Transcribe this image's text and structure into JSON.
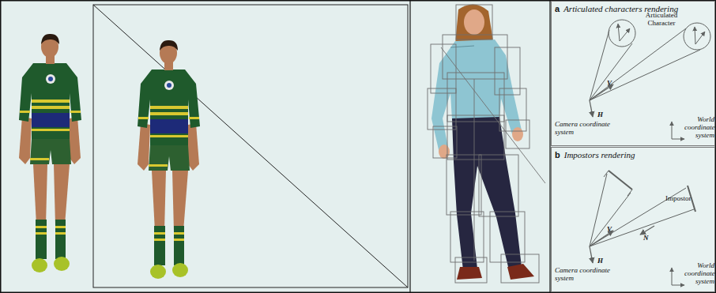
{
  "diagram": {
    "nodes": [
      {
        "text": [
          "a",
          "Articulated characters rendering"
        ]
      },
      {
        "text": [
          "b",
          "Impostors rendering"
        ]
      }
    ],
    "labels": [
      "Articulated Character",
      "V",
      "H",
      "Camera coordinate system",
      "World coordinate system",
      "Impostor",
      "V",
      "N",
      "H",
      "Camera coordinate system",
      "World coordinate system"
    ]
  }
}
